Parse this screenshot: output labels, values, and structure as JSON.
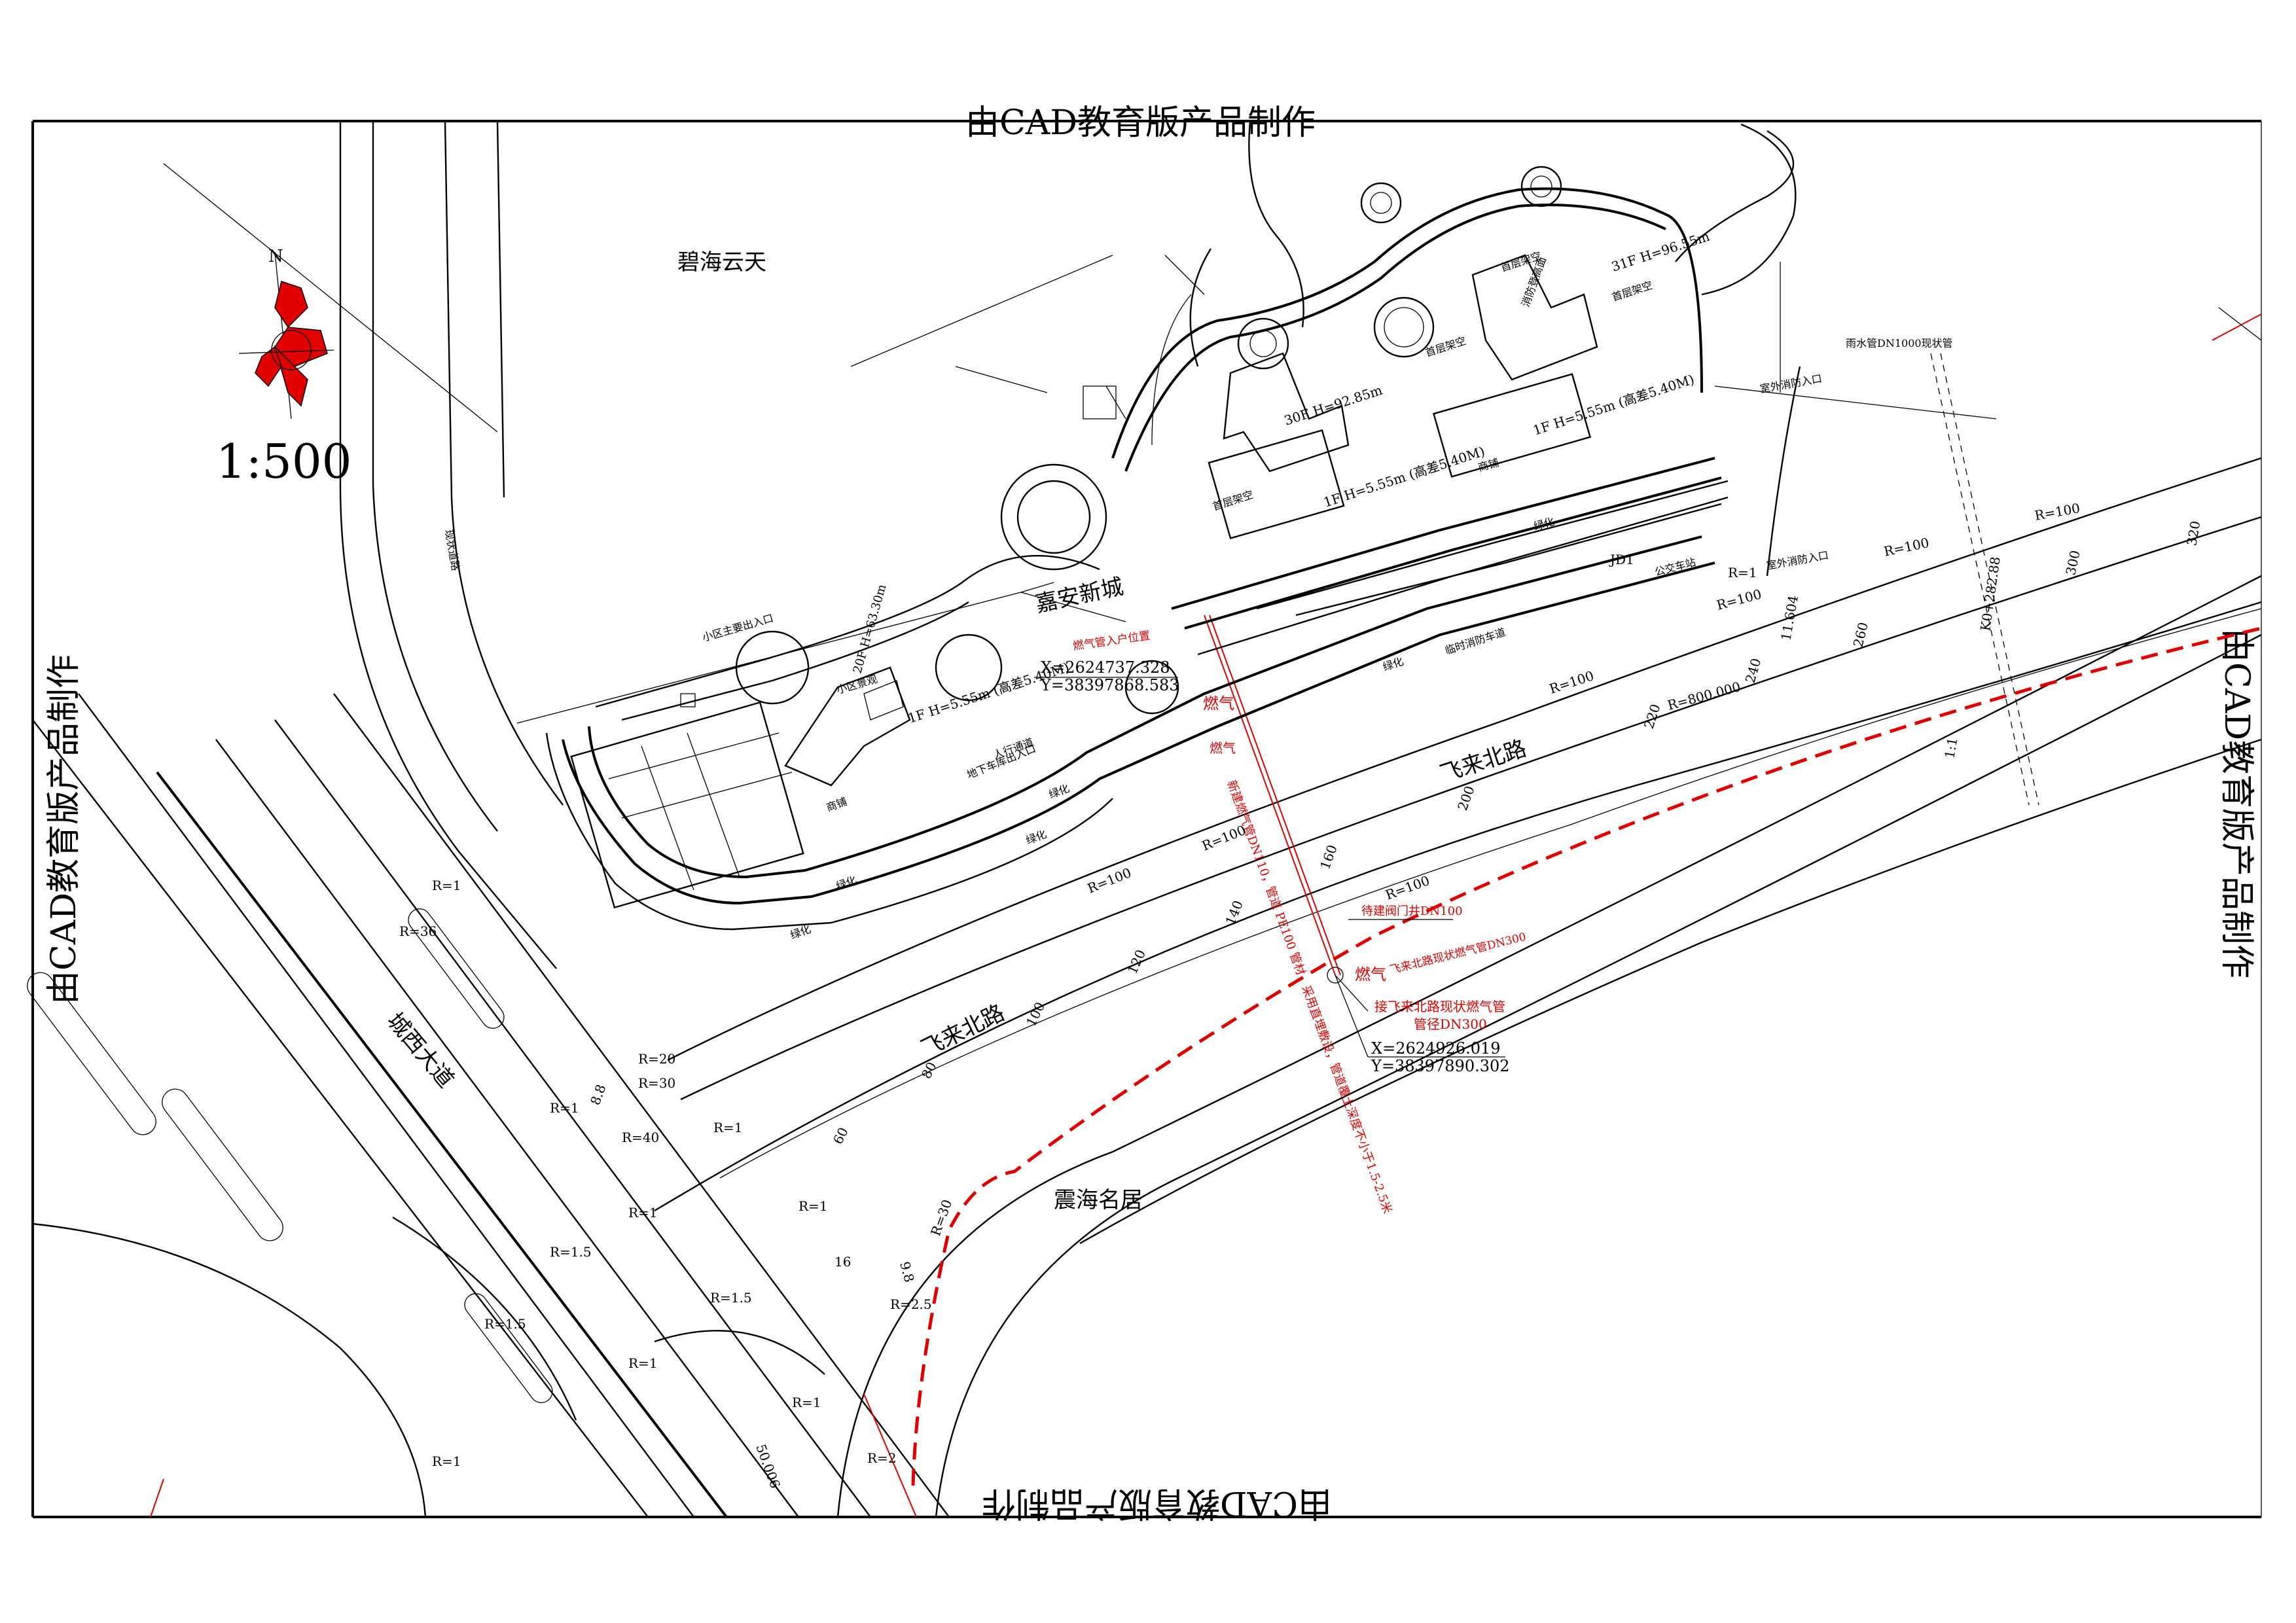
{
  "watermark": "由CAD教育版产品制作",
  "scale": "1:500",
  "north": "N",
  "places": {
    "bihai": "碧海云天",
    "zhenhai": "震海名居",
    "jiaan": "嘉安新城"
  },
  "roads": {
    "feilai_a": "飞来北路",
    "feilai_b": "飞来北路",
    "chengxi": "城西大道"
  },
  "buildings": {
    "b1": "30F H=92.85m",
    "b2": "31F H=96.55m",
    "b3": "1F H=5.55m (高差5.40M)",
    "b4": "1F H=5.55m (高差5.40M)",
    "b5": "1F H=5.55m (高差5.40M)",
    "b6": "20F H=63.30m"
  },
  "coords": {
    "a_x": "X=2624737.328",
    "a_y": "Y=38397868.583",
    "b_x": "X=2624926.019",
    "b_y": "Y=38397890.302"
  },
  "gas": {
    "label_1": "燃气",
    "label_2": "燃气",
    "label_3": "燃气",
    "pipe_note": "新建燃气管DN110，管道 PE100 管材，采用直埋敷设，管道覆土深度不小于1.5-2.5米",
    "valve": "待建阀门井DN100",
    "connect_1": "接飞来北路现状燃气管",
    "connect_2": "管径DN300",
    "existing": "飞来北路现状燃气管DN300",
    "entry": "燃气管入户位置"
  },
  "radii": [
    "R=100",
    "R=100",
    "R=100",
    "R=100",
    "R=100",
    "R=100",
    "R=100",
    "R=800.000",
    "R=20",
    "R=30",
    "R=40",
    "R=1",
    "R=1",
    "R=1",
    "R=1",
    "R=1",
    "R=1",
    "R=1",
    "R=1.5",
    "R=1.5",
    "R=1.5",
    "R=2",
    "R=2.5",
    "R=30",
    "R=36",
    "R=1",
    "R=1"
  ],
  "chainage": [
    "80",
    "100",
    "120",
    "140",
    "160",
    "200",
    "220",
    "240",
    "260",
    "300",
    "320",
    "60"
  ],
  "dims": {
    "d1": "11.604",
    "d2": "50.006",
    "d3": "8.8",
    "d4": "16",
    "d5": "9.8",
    "d6": "JD1",
    "d7": "1:1",
    "d8": "K0+282.88"
  },
  "small": {
    "s1": "室外消防入口",
    "s2": "室外消防入口",
    "s3": "雨水管DN1000现状管",
    "s4": "首层架空",
    "s5": "首层架空",
    "s6": "首层架空",
    "s7": "首层架空",
    "s8": "绿化",
    "s9": "绿化",
    "s10": "绿化",
    "s11": "绿化",
    "s12": "商铺",
    "s13": "商铺",
    "s14": "小区主要出入口",
    "s15": "公交车站",
    "s16": "临时消防车道",
    "s17": "地下车库出入口",
    "s18": "绿化",
    "s19": "绿化",
    "s20": "人行通道",
    "s21": "小区景观",
    "s22": "现状道路",
    "s23": "消防登高面"
  }
}
